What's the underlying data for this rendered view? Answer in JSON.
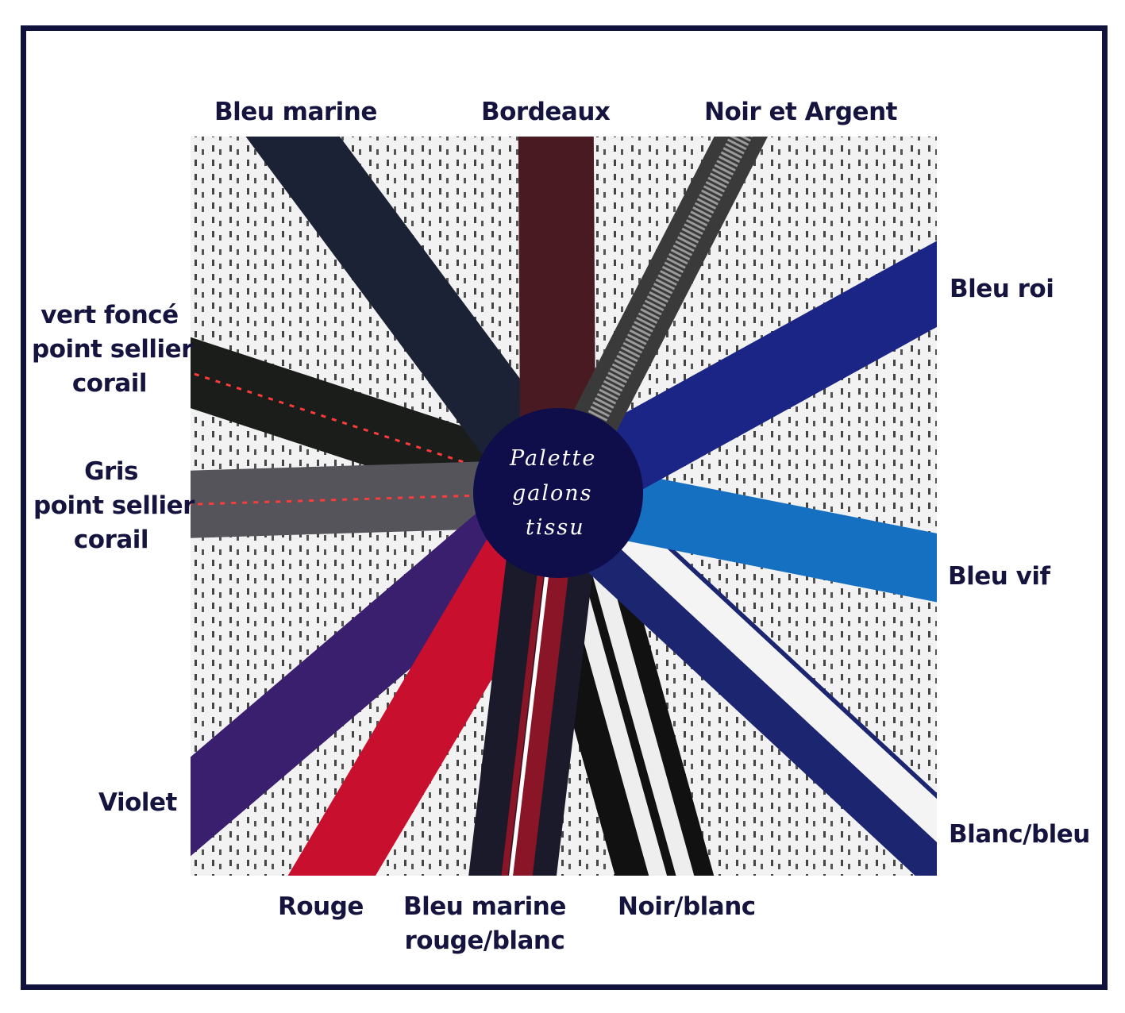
{
  "title": [
    "Palette",
    "galons",
    "tissu"
  ],
  "colors": {
    "frame": "#12123f",
    "label": "#14143e",
    "center": "#0f0d4a"
  },
  "ribbons": [
    {
      "label": "Bleu marine",
      "color": "#1c2235"
    },
    {
      "label": "Bordeaux",
      "color": "#4a1a22"
    },
    {
      "label": "Noir et Argent",
      "color": "#3a3a3a"
    },
    {
      "label": "Bleu roi",
      "color": "#1b2585"
    },
    {
      "label": "Bleu vif",
      "color": "#1670c2"
    },
    {
      "label": "Blanc/bleu",
      "color": "#1b2570"
    },
    {
      "label": "Noir/blanc",
      "color": "#111111"
    },
    {
      "label_line1": "Bleu marine",
      "label_line2": "rouge/blanc",
      "color": "#1a1a2a"
    },
    {
      "label": "Rouge",
      "color": "#c8102e"
    },
    {
      "label": "Violet",
      "color": "#3a1f6e"
    },
    {
      "label_line1": "Gris",
      "label_line2": "point sellier",
      "label_line3": "corail",
      "color": "#55545a"
    },
    {
      "label_line1": "vert foncé",
      "label_line2": "point sellier",
      "label_line3": "corail",
      "color": "#1a1d1a"
    }
  ]
}
